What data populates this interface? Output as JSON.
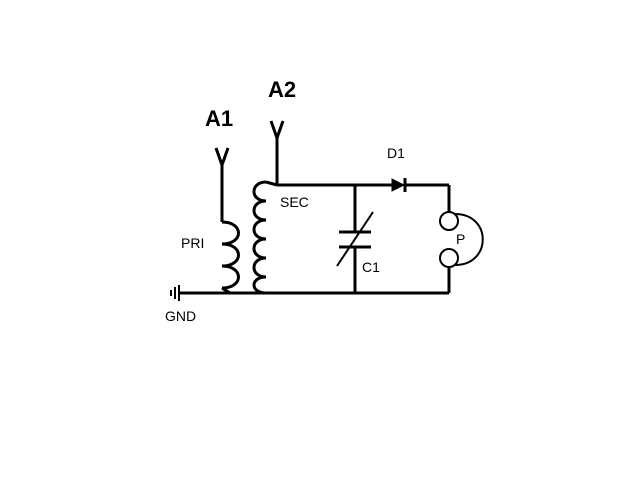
{
  "labels": {
    "a1": "A1",
    "a2": "A2",
    "d1": "D1",
    "sec": "SEC",
    "pri": "PRI",
    "p": "P",
    "c1": "C1",
    "gnd": "GND"
  },
  "colors": {
    "background": "#ffffff",
    "ink": "#000000"
  }
}
